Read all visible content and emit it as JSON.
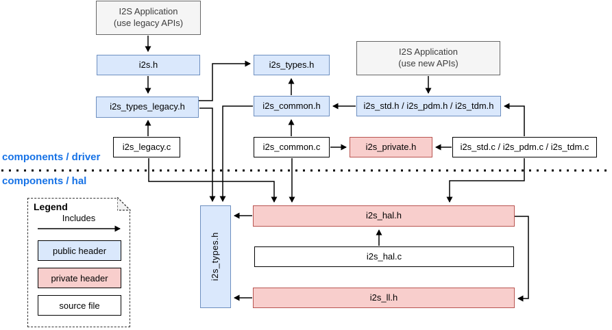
{
  "diagram": {
    "layers": {
      "driver_label": "components / driver",
      "hal_label": "components / hal"
    },
    "nodes": {
      "app_legacy": {
        "line1": "I2S Application",
        "line2": "(use legacy APIs)"
      },
      "i2s_h": {
        "label": "i2s.h"
      },
      "i2s_types_legacy_h": {
        "label": "i2s_types_legacy.h"
      },
      "i2s_legacy_c": {
        "label": "i2s_legacy.c"
      },
      "i2s_types_h_driver": {
        "label": "i2s_types.h"
      },
      "i2s_common_h": {
        "label": "i2s_common.h"
      },
      "i2s_common_c": {
        "label": "i2s_common.c"
      },
      "app_new": {
        "line1": "I2S Application",
        "line2": "(use new APIs)"
      },
      "i2s_std_pdm_tdm_h": {
        "label": "i2s_std.h / i2s_pdm.h / i2s_tdm.h"
      },
      "i2s_private_h": {
        "label": "i2s_private.h"
      },
      "i2s_std_pdm_tdm_c": {
        "label": "i2s_std.c / i2s_pdm.c / i2s_tdm.c"
      },
      "i2s_types_h_hal": {
        "label": "i2s_types.h"
      },
      "i2s_hal_h": {
        "label": "i2s_hal.h"
      },
      "i2s_hal_c": {
        "label": "i2s_hal.c"
      },
      "i2s_ll_h": {
        "label": "i2s_ll.h"
      }
    },
    "legend": {
      "title": "Legend",
      "includes_label": "Includes",
      "public_header": "public header",
      "private_header": "private header",
      "source_file": "source file"
    }
  },
  "colors": {
    "public_fill": "#dae8fc",
    "public_stroke": "#6c8ebf",
    "private_fill": "#f8cecc",
    "private_stroke": "#b85450",
    "app_fill": "#f5f5f5",
    "app_stroke": "#666666",
    "source_fill": "#ffffff",
    "source_stroke": "#000000",
    "layer_label": "#1672e6",
    "edge": "#000000"
  }
}
